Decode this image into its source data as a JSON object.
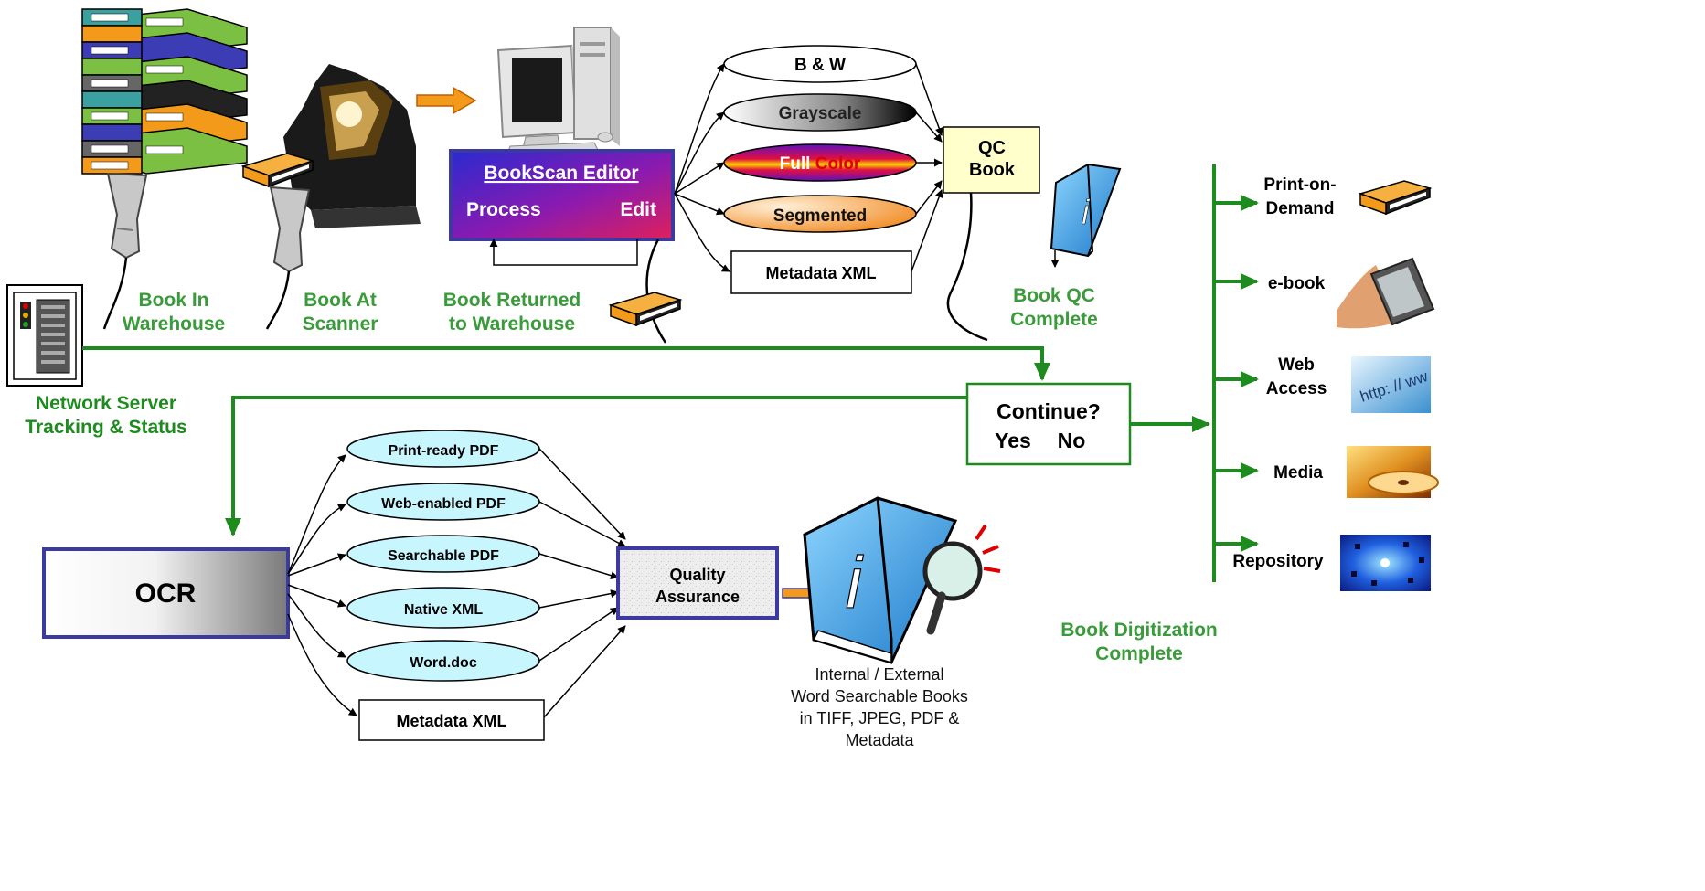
{
  "colors": {
    "green": "#1E8B1E",
    "label_green": "#3A9B3A",
    "editor_border": "#3A3AA0",
    "qc_fill": "#FFFFCC",
    "ellipse_cyan": "#C8F6FF",
    "book_orange": "#F39A1A",
    "book_blue": "#3AA0E8"
  },
  "stages": {
    "in_warehouse": "Book  In\nWarehouse",
    "at_scanner": "Book At\nScanner",
    "returned": "Book Returned\nto Warehouse",
    "qc_complete": "Book QC\nComplete",
    "network_server": "Network Server\nTracking & Status",
    "digitization_complete": "Book Digitization\nComplete"
  },
  "editor": {
    "title": "BookScan Editor",
    "process": "Process",
    "edit": "Edit"
  },
  "scan_outputs": {
    "bw": "B & W",
    "grayscale": "Grayscale",
    "full_color_a": "Full ",
    "full_color_b": "Color",
    "segmented": "Segmented",
    "metadata": "Metadata XML"
  },
  "qc_book": "QC\nBook",
  "continue": {
    "question": "Continue?",
    "yes": "Yes",
    "no": "No"
  },
  "ocr": {
    "label": "OCR",
    "outputs": [
      "Print-ready PDF",
      "Web-enabled PDF",
      "Searchable PDF",
      "Native XML",
      "Word.doc"
    ],
    "metadata": "Metadata XML"
  },
  "qa": "Quality\nAssurance",
  "result": "Internal / External\nWord Searchable Books\nin TIFF, JPEG, PDF &\nMetadata",
  "destinations": [
    "Print-on-\nDemand",
    "e-book",
    "Web\nAccess",
    "Media",
    "Repository"
  ],
  "web_access_thumb_text": "http: // ww"
}
